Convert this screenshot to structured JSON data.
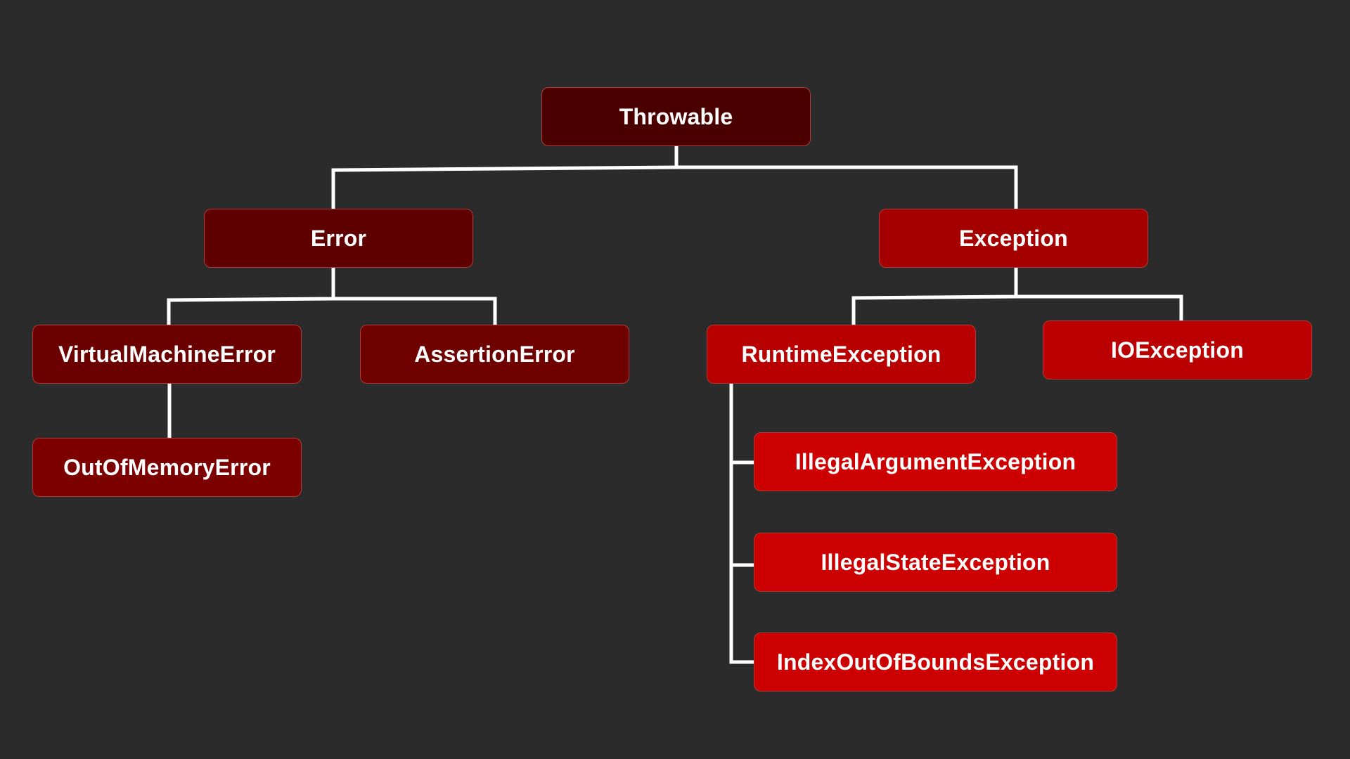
{
  "colors": {
    "background": "#2b2b2b",
    "connector": "#ffffff",
    "text": "#ffffff",
    "node_border": "#b23a3a"
  },
  "nodes": {
    "throwable": {
      "label": "Throwable",
      "fill": "#4b0000"
    },
    "error": {
      "label": "Error",
      "fill": "#5e0000"
    },
    "exception": {
      "label": "Exception",
      "fill": "#a50000"
    },
    "virtual_machine_error": {
      "label": "VirtualMachineError",
      "fill": "#6a0000"
    },
    "assertion_error": {
      "label": "AssertionError",
      "fill": "#6e0000"
    },
    "out_of_memory_error": {
      "label": "OutOfMemoryError",
      "fill": "#7c0000"
    },
    "runtime_exception": {
      "label": "RuntimeException",
      "fill": "#b80000"
    },
    "io_exception": {
      "label": "IOException",
      "fill": "#ba0000"
    },
    "illegal_argument_exception": {
      "label": "IllegalArgumentException",
      "fill": "#cc0000"
    },
    "illegal_state_exception": {
      "label": "IllegalStateException",
      "fill": "#cc0000"
    },
    "index_out_of_bounds_exception": {
      "label": "IndexOutOfBoundsException",
      "fill": "#cc0000"
    }
  },
  "edges": [
    {
      "from": "throwable",
      "to": "error"
    },
    {
      "from": "throwable",
      "to": "exception"
    },
    {
      "from": "error",
      "to": "virtual_machine_error"
    },
    {
      "from": "error",
      "to": "assertion_error"
    },
    {
      "from": "virtual_machine_error",
      "to": "out_of_memory_error"
    },
    {
      "from": "exception",
      "to": "runtime_exception"
    },
    {
      "from": "exception",
      "to": "io_exception"
    },
    {
      "from": "runtime_exception",
      "to": "illegal_argument_exception"
    },
    {
      "from": "runtime_exception",
      "to": "illegal_state_exception"
    },
    {
      "from": "runtime_exception",
      "to": "index_out_of_bounds_exception"
    }
  ]
}
